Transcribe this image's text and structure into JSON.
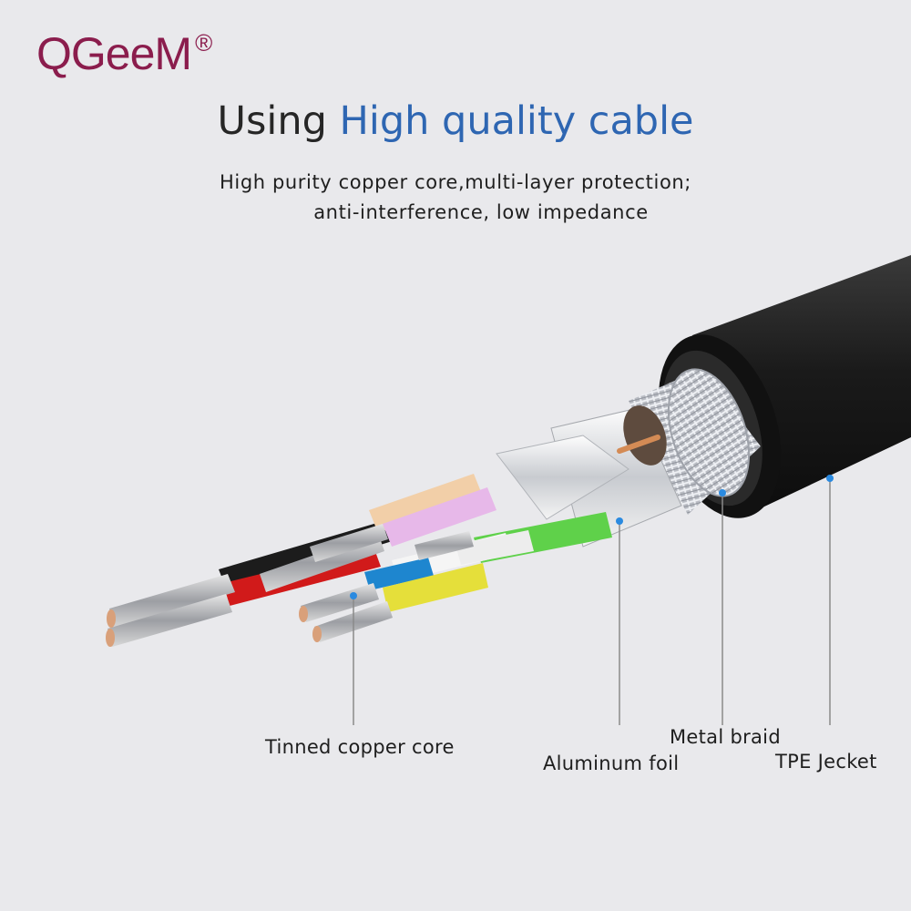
{
  "brand": {
    "name": "QGeeM",
    "registered": "®"
  },
  "headline": {
    "prefix": "Using",
    "highlight": "High quality cable"
  },
  "subtitle": {
    "line1": "High purity copper core,multi-layer protection;",
    "line2": "anti-interference, low impedance"
  },
  "callouts": {
    "tinned_core": "Tinned copper core",
    "aluminum_foil": "Aluminum foil",
    "metal_braid": "Metal braid",
    "tpe_jacket": "TPE Jecket"
  },
  "colors": {
    "brand": "#8b1d4d",
    "highlight": "#2e66b2",
    "callout_dot": "#2a8ae0",
    "jacket": "#1b1b1b"
  }
}
